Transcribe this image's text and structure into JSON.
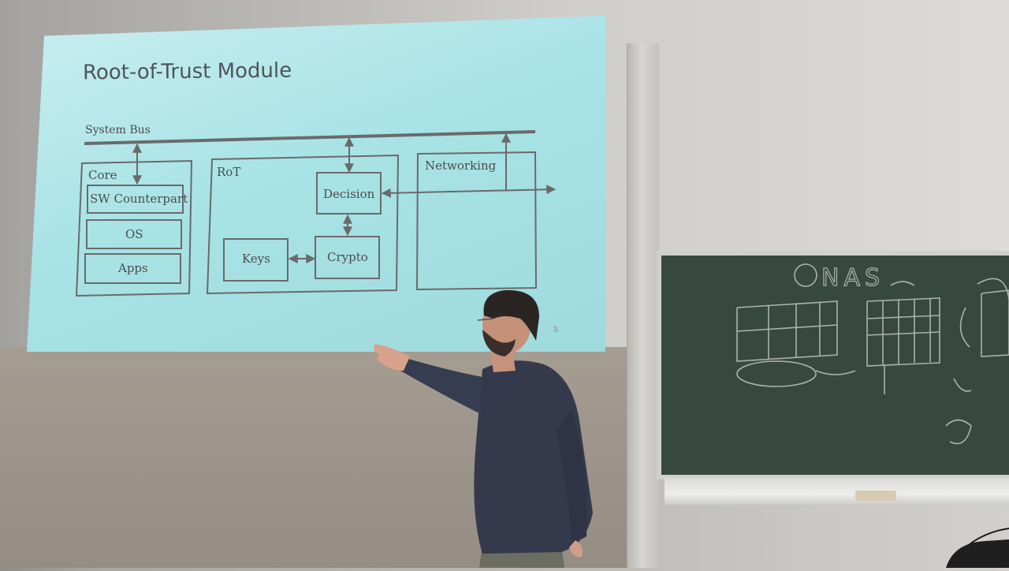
{
  "slide": {
    "title": "Root-of-Trust Module",
    "page_number": "5",
    "bus_label": "System Bus",
    "core": {
      "label": "Core",
      "sw_counterpart": "SW Counterpart",
      "os": "OS",
      "apps": "Apps"
    },
    "rot": {
      "label": "RoT",
      "decision": "Decision",
      "keys": "Keys",
      "crypto": "Crypto"
    },
    "networking": {
      "label": "Networking"
    }
  },
  "chalkboard": {
    "scribble": "NAS"
  },
  "colors": {
    "screen": "#a8e3e6",
    "diagram_line": "#6a6a6a",
    "chalkboard": "#37493f",
    "chalk": "#cfd5cf",
    "shirt": "#343a4c"
  }
}
